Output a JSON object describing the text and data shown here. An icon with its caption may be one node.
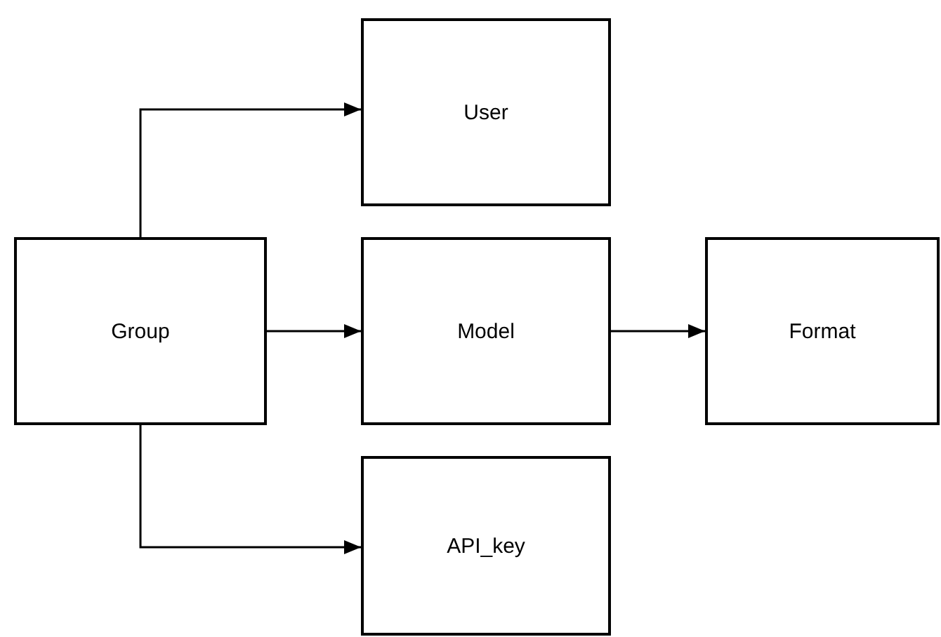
{
  "diagram": {
    "nodes": [
      {
        "text": [
          "User"
        ]
      },
      {
        "text": [
          "Group"
        ]
      },
      {
        "text": [
          "Model"
        ]
      },
      {
        "text": [
          "Format"
        ]
      },
      {
        "text": [
          "API_key"
        ]
      }
    ],
    "edges": [
      {
        "from": 1,
        "to": 0,
        "arrow": "to"
      },
      {
        "from": 1,
        "to": 2,
        "arrow": "to"
      },
      {
        "from": 2,
        "to": 3,
        "arrow": "to"
      },
      {
        "from": 1,
        "to": 4,
        "arrow": "to"
      }
    ]
  }
}
